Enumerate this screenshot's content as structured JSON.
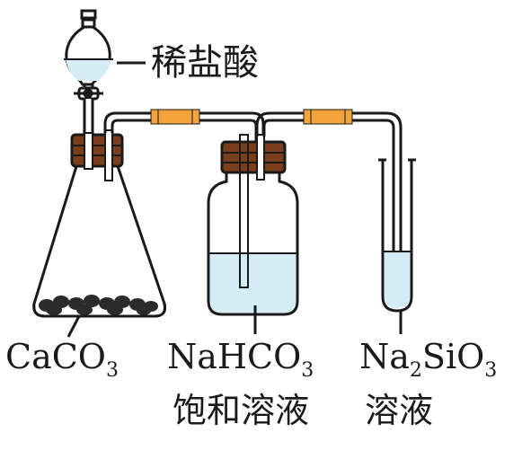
{
  "labels": {
    "acid": "稀盐酸",
    "flask_formula": "CaCO",
    "flask_sub": "3",
    "bottle_formula_main": "NaHCO",
    "bottle_sub": "3",
    "bottle_desc": "饱和溶液",
    "tube_na": "Na",
    "tube_sub1": "2",
    "tube_mid": "SiO",
    "tube_sub2": "3",
    "tube_desc": "溶液"
  },
  "colors": {
    "outline": "#1a1a1a",
    "liquid": "#d4ecf6",
    "stopper": "#7a3e1c",
    "connector": "#f2a33c",
    "solid": "#2b2b2b"
  }
}
